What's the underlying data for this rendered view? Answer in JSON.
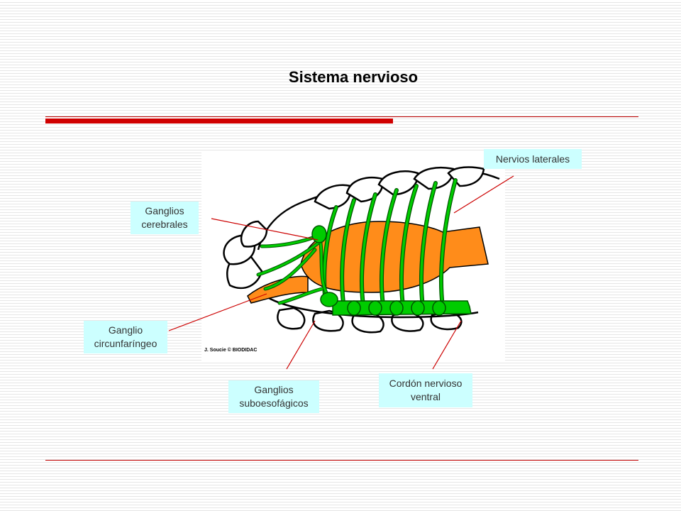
{
  "title": "Sistema nervioso",
  "figure": {
    "credit": "J. Soucie © BIODIDAC",
    "colors": {
      "gut": "#ff8c1a",
      "nerves": "#00cc00",
      "nerve_outline": "#005500",
      "outline": "#000000"
    }
  },
  "callouts": {
    "nervios_laterales": "Nervios laterales",
    "ganglios_cerebrales": "Ganglios\ncerebrales",
    "ganglio_circunfaringeo": "Ganglio\ncircunfaríngeo",
    "ganglios_suboesofagicos": "Ganglios\nsuboesofágicos",
    "cordon_nervioso_ventral": "Cordón nervioso\nventral"
  },
  "colors": {
    "accent": "#cc0000",
    "callout_bg": "#ccffff"
  }
}
